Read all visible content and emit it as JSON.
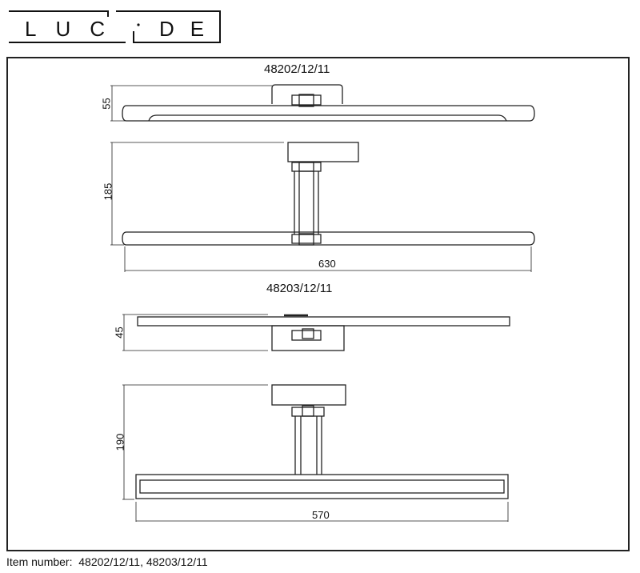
{
  "brand": {
    "logo_text": "LUCIDE",
    "letters": [
      "L",
      "U",
      "C",
      "I",
      "D",
      "E"
    ]
  },
  "views": [
    {
      "model": "48202/12/11",
      "height_top_view": "55",
      "height_side_view": "185",
      "width": "630"
    },
    {
      "model": "48203/12/11",
      "height_top_view": "45",
      "height_side_view": "190",
      "width": "570"
    }
  ],
  "footer": {
    "label": "Item number:",
    "value": "48202/12/11, 48203/12/11"
  },
  "colors": {
    "line": "#222222",
    "background": "#ffffff"
  }
}
